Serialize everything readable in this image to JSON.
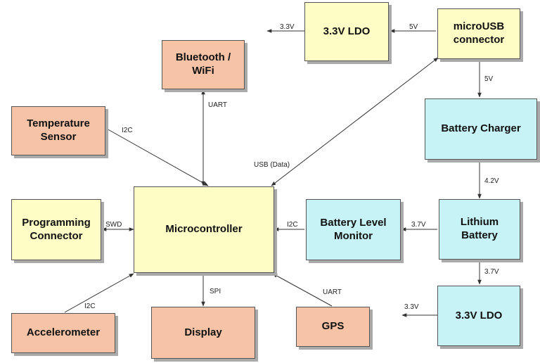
{
  "blocks": {
    "ldo_top": "3.3V LDO",
    "microusb": "microUSB\nconnector",
    "bluetooth": "Bluetooth /\nWiFi",
    "temperature": "Temperature\nSensor",
    "charger": "Battery Charger",
    "microcontroller": "Microcontroller",
    "programming": "Programming\nConnector",
    "battery_monitor": "Battery Level\nMonitor",
    "lithium": "Lithium\nBattery",
    "accelerometer": "Accelerometer",
    "display": "Display",
    "gps": "GPS",
    "ldo_bottom": "3.3V LDO"
  },
  "labels": {
    "ldo_top_out": "3.3V",
    "usb_to_ldo": "5V",
    "usb_to_charger": "5V",
    "bt_link": "UART",
    "temp_link": "I2C",
    "usb_data": "USB (Data)",
    "charger_to_battery": "4.2V",
    "prog_link": "SWD",
    "monitor_link": "I2C",
    "battery_to_monitor": "3.7V",
    "battery_to_ldo": "3.7V",
    "ldo_bottom_out": "3.3V",
    "accel_link": "I2C",
    "display_link": "SPI",
    "gps_link": "UART"
  },
  "colors": {
    "peripheral": "#f6c3a6",
    "core": "#fdfdc5",
    "power": "#c7f3f6",
    "wire": "#333333"
  }
}
